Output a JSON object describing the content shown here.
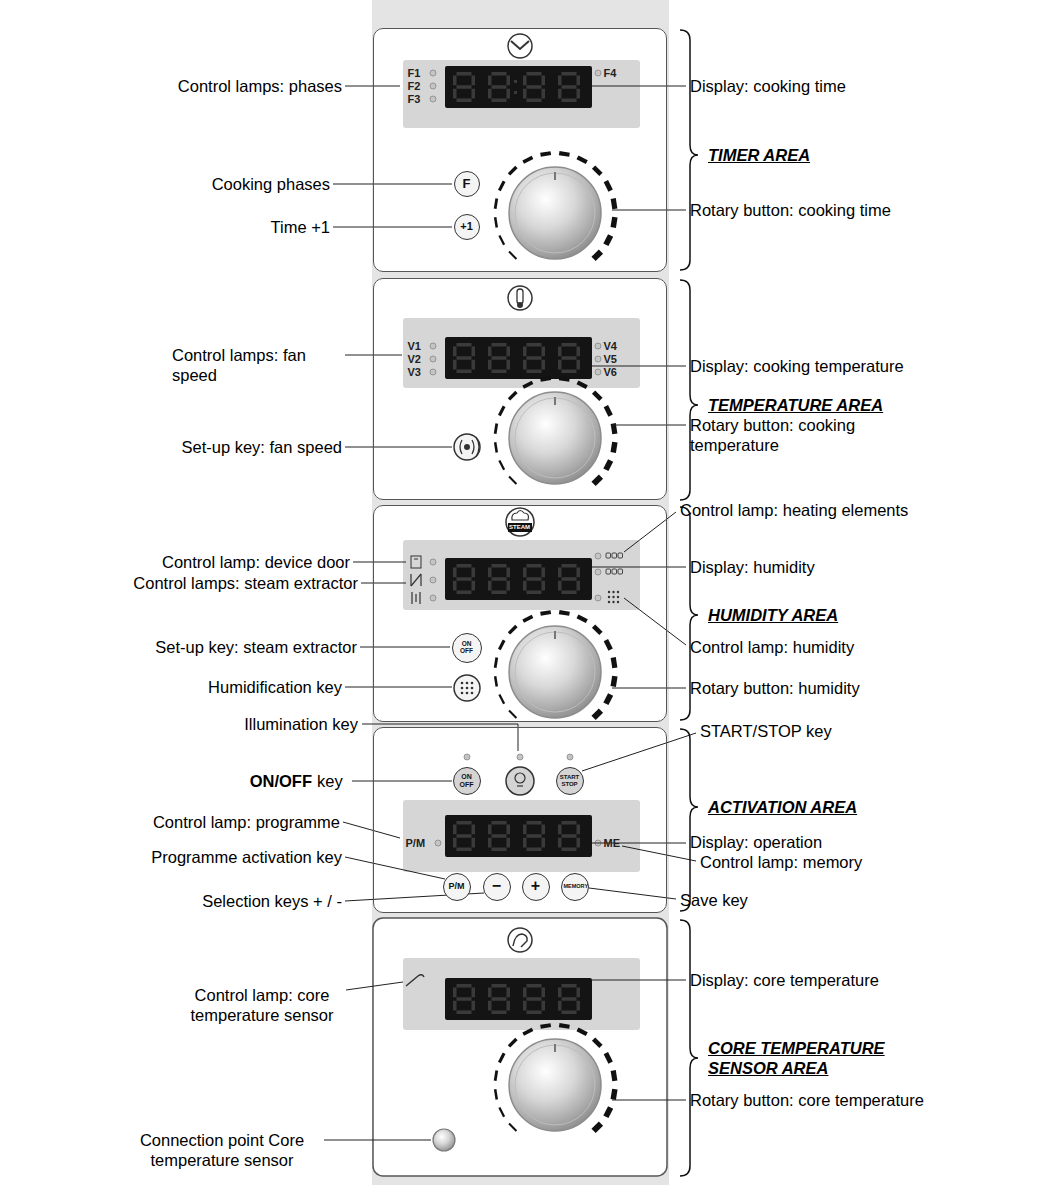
{
  "diagram": {
    "nodes": [
      {
        "text": [
          "F1",
          "F2",
          "F3",
          "F4"
        ]
      },
      {
        "text": [
          "F"
        ],
        "in": 0
      },
      {
        "text": [
          "+1"
        ],
        "in": 0
      },
      {
        "text": [
          "V1",
          "V2",
          "V3",
          "V4",
          "V5",
          "V6"
        ]
      },
      {
        "text": [
          "STEAM"
        ]
      },
      {
        "text": [
          "ON OFF"
        ],
        "in": 4
      },
      {
        "text": [
          "P/M",
          "ME"
        ]
      },
      {
        "text": [
          "ON OFF"
        ],
        "in": 6
      },
      {
        "text": [
          "START STOP"
        ],
        "in": 6
      },
      {
        "text": [
          "P/M"
        ],
        "in": 6
      },
      {
        "text": [
          "−"
        ],
        "in": 6
      },
      {
        "text": [
          "+"
        ],
        "in": 6
      },
      {
        "text": [
          "MEMORY"
        ],
        "in": 6
      }
    ],
    "labels": [
      "Control lamps: phases",
      "Cooking phases",
      "Time +1",
      "Control lamps: fan speed",
      "Set-up key: fan speed",
      "Control lamp: device door",
      "Control lamps: steam extractor",
      "Set-up key: steam extractor",
      "Humidification key",
      "Illumination key",
      "ON/OFF",
      "key",
      "Control lamp: programme",
      "Programme activation key",
      "Selection keys + / -",
      "Control lamp: core temperature sensor",
      "Connection point Core temperature sensor",
      "Display: cooking time",
      "TIMER AREA",
      "Rotary button: cooking time",
      "Display: cooking temperature",
      "TEMPERATURE AREA",
      "Rotary button: cooking temperature",
      "Control lamp: heating elements",
      "Display: humidity",
      "HUMIDITY AREA",
      "Control lamp: humidity",
      "Rotary button: humidity",
      "START/STOP key",
      "ACTIVATION AREA",
      "Display: operation",
      "Control lamp: memory",
      "Save key",
      "Display: core temperature",
      "CORE TEMPERATURE SENSOR AREA",
      "Rotary button: core temperature"
    ]
  }
}
